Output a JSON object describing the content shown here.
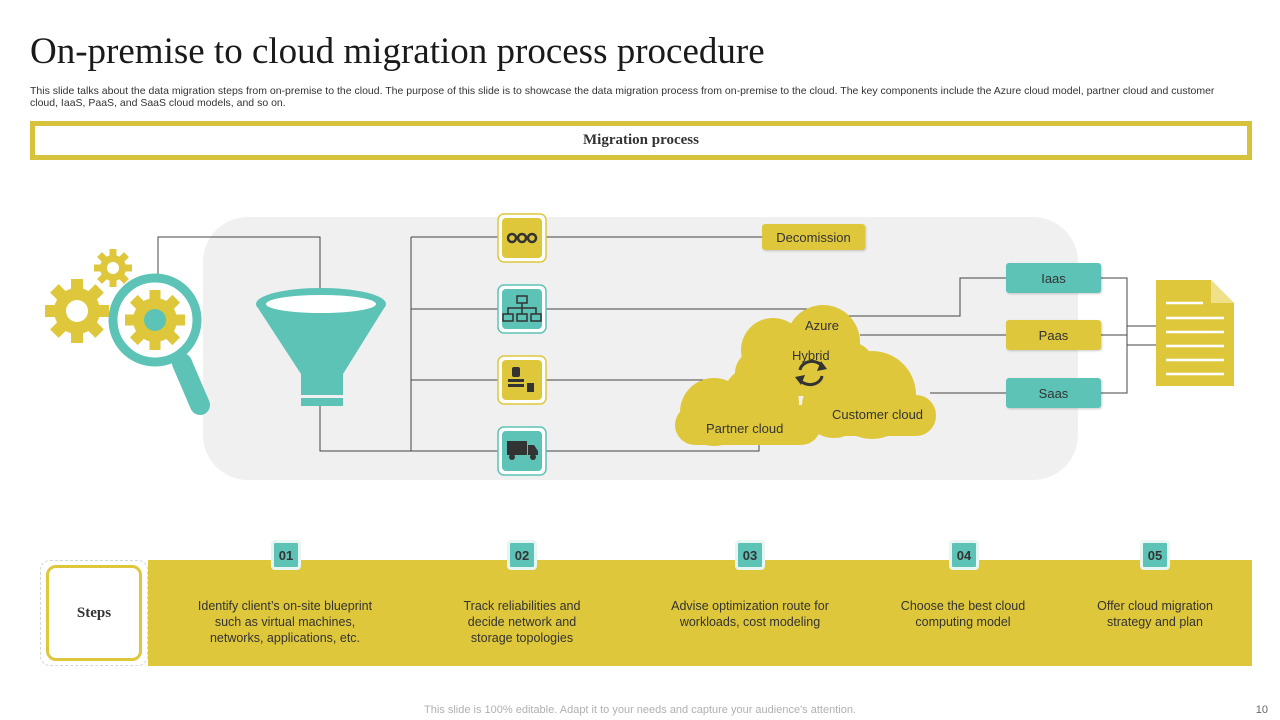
{
  "title": "On-premise to cloud migration process procedure",
  "description": "This slide talks about the data migration steps from on-premise to the cloud. The purpose of this slide is to showcase the data migration process from on-premise to the cloud. The key components include the Azure cloud model, partner cloud and customer cloud, IaaS, PaaS, and SaaS cloud models, and so on.",
  "banner": "Migration process",
  "diagram": {
    "decommission": "Decomission",
    "azure": "Azure",
    "hybrid": "Hybrid",
    "partner_cloud": "Partner cloud",
    "customer_cloud": "Customer cloud",
    "models": [
      "Iaas",
      "Paas",
      "Saas"
    ],
    "icons": [
      "gears-magnifier-icon",
      "funnel-icon",
      "gears-icon",
      "network-icon",
      "server-icon",
      "truck-icon",
      "document-icon",
      "cloud-icon",
      "refresh-icon"
    ],
    "colors": {
      "yellow": "#dfc73c",
      "teal": "#5cc3b6",
      "panel": "#f0f0f0"
    }
  },
  "steps": {
    "label": "Steps",
    "items": [
      {
        "num": "01",
        "text": "Identify client’s on-site blueprint such as virtual machines, networks, applications, etc."
      },
      {
        "num": "02",
        "text": "Track reliabilities and decide network and storage topologies"
      },
      {
        "num": "03",
        "text": "Advise optimization route for workloads, cost modeling"
      },
      {
        "num": "04",
        "text": "Choose the best cloud computing model"
      },
      {
        "num": "05",
        "text": "Offer cloud migration strategy and plan"
      }
    ]
  },
  "footer": "This slide is 100% editable. Adapt it to your needs and capture your audience's attention.",
  "page_number": "10"
}
